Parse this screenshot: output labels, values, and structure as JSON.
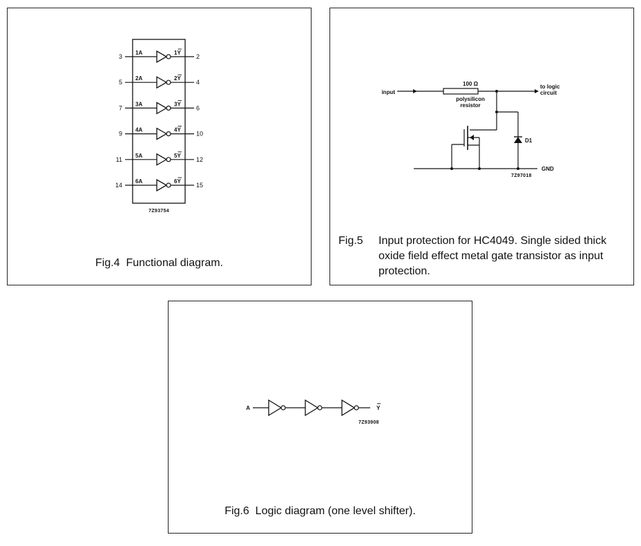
{
  "fig4": {
    "caption_number": "Fig.4",
    "caption_text": "Functional diagram.",
    "code": "7Z93754",
    "inverters": [
      {
        "input_label": "1A",
        "output_label": "1Y",
        "input_pin": "3",
        "output_pin": "2"
      },
      {
        "input_label": "2A",
        "output_label": "2Y",
        "input_pin": "5",
        "output_pin": "4"
      },
      {
        "input_label": "3A",
        "output_label": "3Y",
        "input_pin": "7",
        "output_pin": "6"
      },
      {
        "input_label": "4A",
        "output_label": "4Y",
        "input_pin": "9",
        "output_pin": "10"
      },
      {
        "input_label": "5A",
        "output_label": "5Y",
        "input_pin": "11",
        "output_pin": "12"
      },
      {
        "input_label": "6A",
        "output_label": "6Y",
        "input_pin": "14",
        "output_pin": "15"
      }
    ]
  },
  "fig5": {
    "caption_number": "Fig.5",
    "caption_text": "Input protection for HC4049. Single sided thick oxide field effect metal gate transistor as input protection.",
    "input_label": "input",
    "resistor_value": "100 Ω",
    "resistor_desc_1": "polysilicon",
    "resistor_desc_2": "resistor",
    "output_label_1": "to logic",
    "output_label_2": "circuit",
    "diode_label": "D1",
    "gnd_label": "GND",
    "code": "7Z97018"
  },
  "fig6": {
    "caption_number": "Fig.6",
    "caption_text": "Logic diagram (one level shifter).",
    "input_label": "A",
    "output_label": "Y",
    "code": "7Z93908"
  }
}
